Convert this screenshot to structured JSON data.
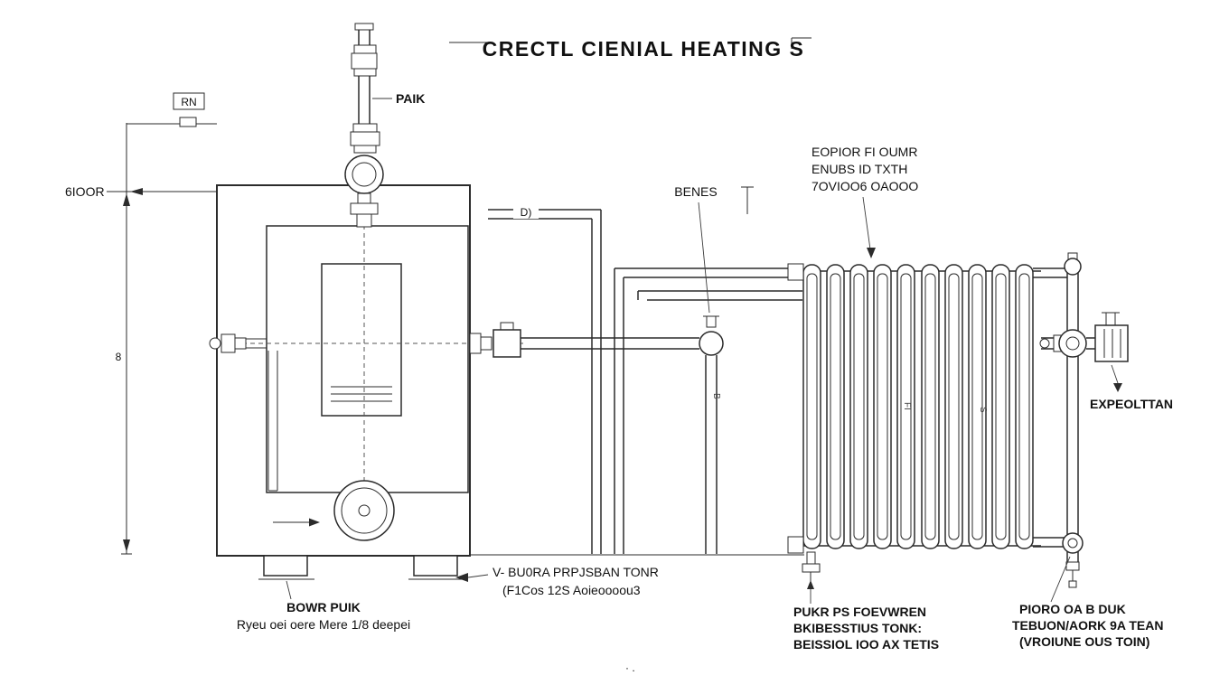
{
  "title": {
    "text": "CRECTL CIENIAL HEATING S"
  },
  "dimensions": {
    "height_label": "8",
    "floor_label": "6IOOR",
    "rn_label": "RN"
  },
  "boiler": {
    "pipe_label": "PAIK",
    "burner_note_1": "BOWR PUIK",
    "burner_note_2": "Ryeu oei oere Mere 1/8 deepei",
    "foot_note_1": "V- BU0RA PRPJSBAN TONR",
    "foot_note_2": "(F1Cos 12S Aoieoooou3"
  },
  "pipework": {
    "d_marker": "D)",
    "valve_label": "BENES",
    "riser_label": "B"
  },
  "radiator": {
    "note_1": "EOPIOR FI OUMR",
    "note_2": "ENUBS ID TXTH",
    "note_3": "7OVIOO6 OAOOO",
    "label_fi": "FI",
    "label_s": "S",
    "drain_note_1": "PUKR PS FOEVWREN",
    "drain_note_2": "BKIBESSTIUS TONK:",
    "drain_note_3": "BEISSIOL IOO AX TETIS"
  },
  "right_pipe": {
    "expansion_label": "EXPEOLTTAN",
    "gauge_note_1": "PIORO OA B DUK",
    "gauge_note_2": "TEBUON/AORK 9A TEAN",
    "gauge_note_3": "(VROIUNE OUS TOIN)"
  },
  "misc": {
    "dots": "· ."
  },
  "colors": {
    "line": "#2b2b2b",
    "text": "#111111",
    "background": "#ffffff"
  }
}
